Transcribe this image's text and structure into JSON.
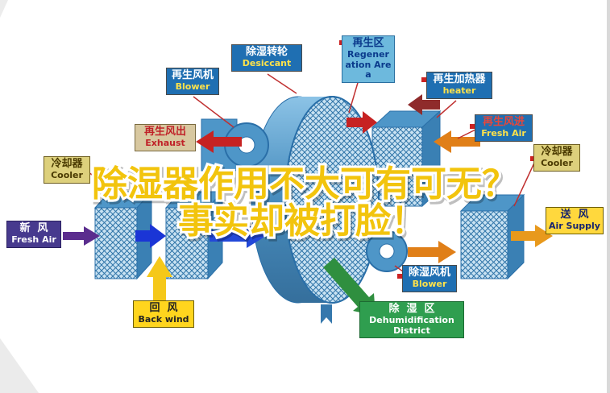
{
  "title_overlay": {
    "line1": "除湿器作用不大可有可无？",
    "line2": "事实却被打脸！"
  },
  "labels": {
    "desiccant": {
      "zh": "除湿转轮",
      "en": "Desiccant"
    },
    "regeneration_area": {
      "zh": "再生区",
      "en": "Regeneration Area"
    },
    "regeneration_blower": {
      "zh": "再生风机",
      "en": "Blower"
    },
    "regeneration_heater": {
      "zh": "再生加热器",
      "en": "heater"
    },
    "exhaust": {
      "zh": "再生风出",
      "en": "Exhaust"
    },
    "regeneration_fresh_air": {
      "zh": "再生风进",
      "en": "Fresh Air"
    },
    "cooler_left": {
      "zh": "冷却器",
      "en": "Cooler"
    },
    "cooler_right": {
      "zh": "冷却器",
      "en": "Cooler"
    },
    "fresh_air": {
      "zh": "新  风",
      "en": "Fresh Air"
    },
    "air_supply": {
      "zh": "送  风",
      "en": "Air Supply"
    },
    "back_wind": {
      "zh": "回  风",
      "en": "Back wind"
    },
    "dehumidification_blower": {
      "zh": "除湿风机",
      "en": "Blower"
    },
    "dehumidification_district": {
      "zh": "除  湿  区",
      "en": "Dehumidification District"
    }
  },
  "colors": {
    "overlay_text": "#f2c40e",
    "overlay_outline": "#ffffff",
    "label_blue": "#1f6fb2",
    "label_light_blue": "#6db9dd",
    "label_yellow": "#ffd51e",
    "label_khaki": "#ddd07c",
    "label_tan": "#d8c8a0",
    "label_purple": "#473a8e",
    "label_green": "#2f9e4f",
    "arrow_red": "#c62222",
    "arrow_dark_red": "#8f2b2b",
    "arrow_orange": "#e07f18",
    "arrow_blue": "#1a35d6",
    "arrow_purple": "#5b2d8e",
    "arrow_yellow": "#f5c81a",
    "arrow_green": "#2f8f3f",
    "machine_blue": "#4e96c8"
  }
}
